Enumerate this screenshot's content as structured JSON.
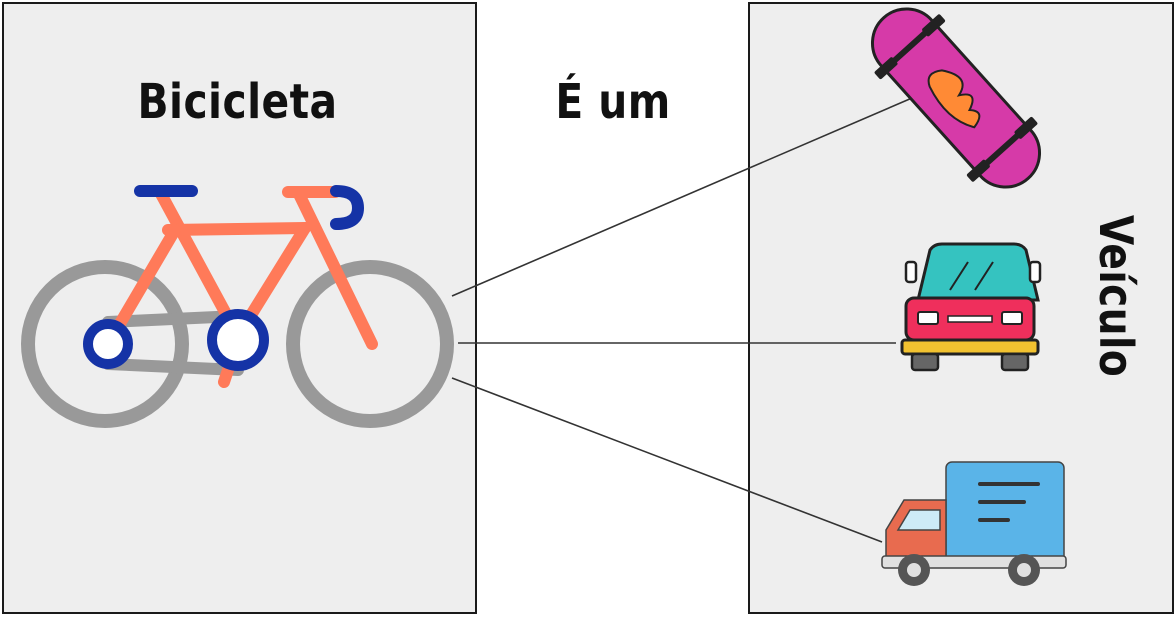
{
  "diagram": {
    "left_box": {
      "title": "Bicicleta",
      "icon": "bicycle-icon"
    },
    "relation": {
      "label": "É um"
    },
    "right_box": {
      "title": "Veículo",
      "items": [
        {
          "icon": "skateboard-icon"
        },
        {
          "icon": "car-icon"
        },
        {
          "icon": "truck-icon"
        }
      ]
    },
    "colors": {
      "panel_bg": "#eeeeee",
      "frame": "#ff7a59",
      "handlebar": "#1533a6",
      "wheel": "#999999",
      "skateboard": "#d63aa8",
      "car_body": "#ef2f5c",
      "car_glass": "#35c3c0",
      "truck_cargo": "#5ab4e8",
      "truck_cab": "#e86b4f"
    }
  }
}
